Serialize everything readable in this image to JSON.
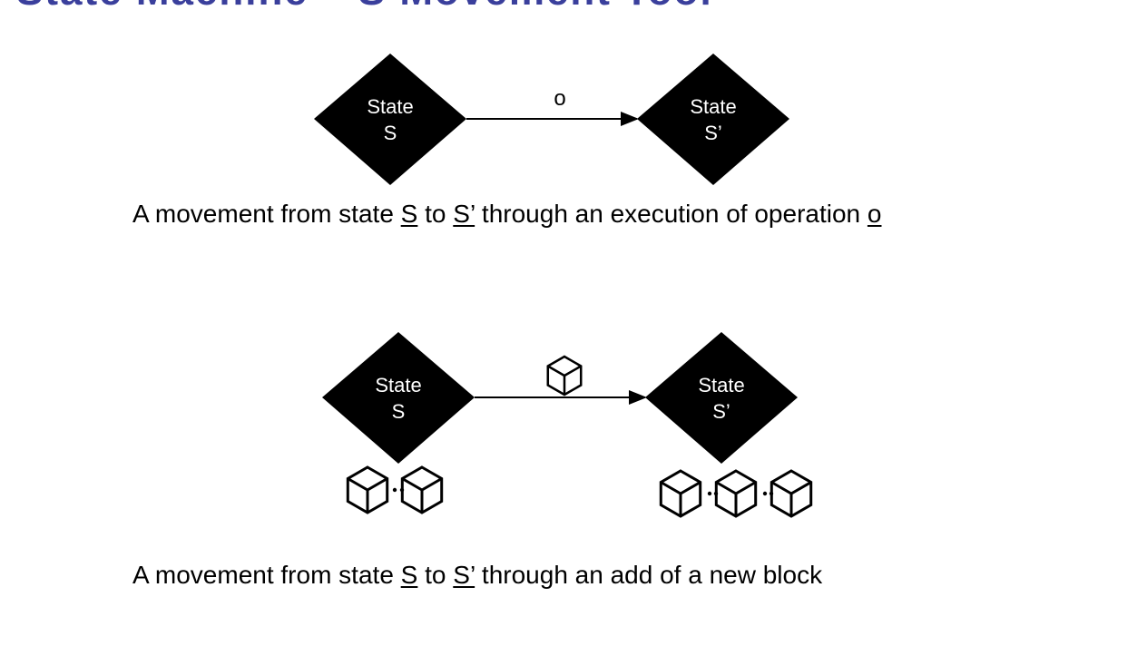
{
  "slide_title": "State Machine – S Movement Tool",
  "colors": {
    "title": "#3a3f9c",
    "diamond": "#000000",
    "diamond_text": "#ffffff"
  },
  "diagram1": {
    "left_state": {
      "line1": "State",
      "line2": "S"
    },
    "right_state": {
      "line1": "State",
      "line2": "S’"
    },
    "operation_label": "o"
  },
  "caption1": {
    "prefix": "A movement from state ",
    "s": "S",
    "to": " to ",
    "s_prime": "S’",
    "mid": " through an execution of operation ",
    "o": "o"
  },
  "diagram2": {
    "left_state": {
      "line1": "State",
      "line2": "S"
    },
    "right_state": {
      "line1": "State",
      "line2": "S’"
    },
    "edge_icon": "cube-icon",
    "left_blocks_count": 2,
    "right_blocks_count": 3
  },
  "caption2": {
    "prefix": "A movement from state ",
    "s": "S",
    "to": " to ",
    "s_prime": "S’",
    "suffix": " through an add of a new block"
  }
}
